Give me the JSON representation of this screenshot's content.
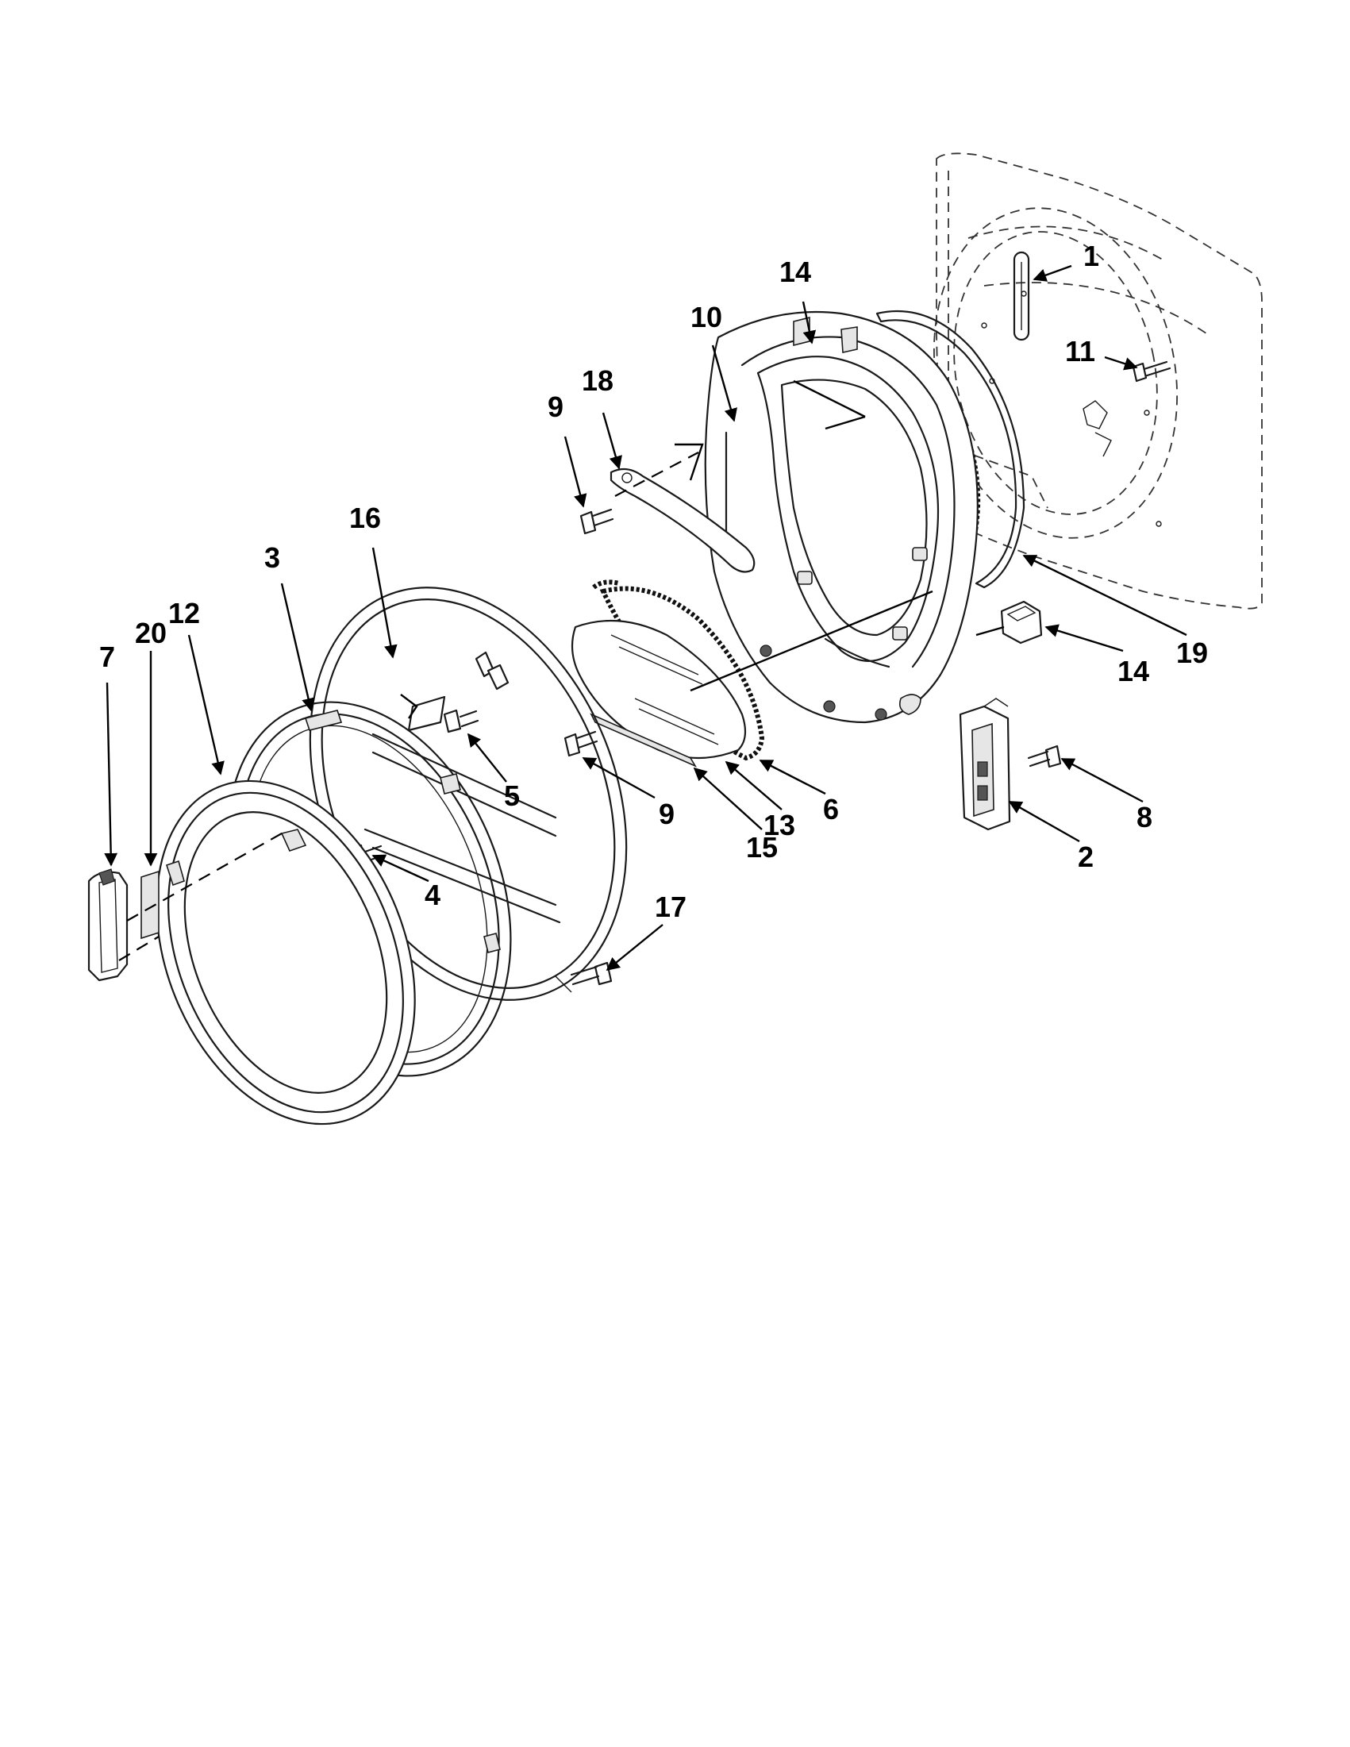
{
  "callouts": [
    {
      "id": "c1",
      "label": "1"
    },
    {
      "id": "c11",
      "label": "11"
    },
    {
      "id": "c14a",
      "label": "14"
    },
    {
      "id": "c10",
      "label": "10"
    },
    {
      "id": "c18",
      "label": "18"
    },
    {
      "id": "c9a",
      "label": "9"
    },
    {
      "id": "c16",
      "label": "16"
    },
    {
      "id": "c3",
      "label": "3"
    },
    {
      "id": "c20",
      "label": "20"
    },
    {
      "id": "c12",
      "label": "12"
    },
    {
      "id": "c7",
      "label": "7"
    },
    {
      "id": "c19",
      "label": "19"
    },
    {
      "id": "c14b",
      "label": "14"
    },
    {
      "id": "c5",
      "label": "5"
    },
    {
      "id": "c9b",
      "label": "9"
    },
    {
      "id": "c13",
      "label": "13"
    },
    {
      "id": "c6",
      "label": "6"
    },
    {
      "id": "c15",
      "label": "15"
    },
    {
      "id": "c8",
      "label": "8"
    },
    {
      "id": "c2",
      "label": "2"
    },
    {
      "id": "c4",
      "label": "4"
    },
    {
      "id": "c17",
      "label": "17"
    }
  ]
}
